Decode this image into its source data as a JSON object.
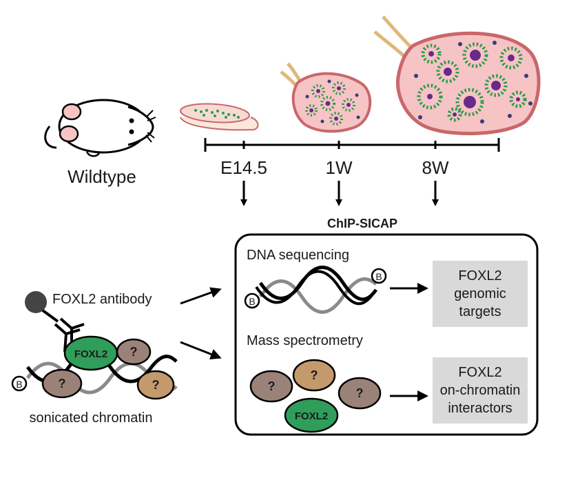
{
  "mouse": {
    "label": "Wildtype"
  },
  "timeline": {
    "points": [
      "E14.5",
      "1W",
      "8W"
    ]
  },
  "chip_sicap": {
    "title": "ChIP-SICAP",
    "dna_sequencing": "DNA sequencing",
    "mass_spectrometry": "Mass spectrometry",
    "result_genomic": [
      "FOXL2",
      "genomic",
      "targets"
    ],
    "result_interactors": [
      "FOXL2",
      "on-chromatin",
      "interactors"
    ]
  },
  "left": {
    "antibody": "FOXL2 antibody",
    "chromatin": "sonicated chromatin",
    "foxl2": "FOXL2",
    "unknown": "?",
    "biotin": "B"
  },
  "colors": {
    "ovary_fill": "#f6c4c4",
    "ovary_edge": "#c9676b",
    "follicle_green": "#2a9a4e",
    "oocyte_purple": "#6a2a8a",
    "foxl2_green": "#2f9e5a",
    "protein_brown": "#9b8279",
    "protein_tan": "#c49a6c",
    "result_gray": "#d9d9d9",
    "tube": "#e0b77a"
  }
}
